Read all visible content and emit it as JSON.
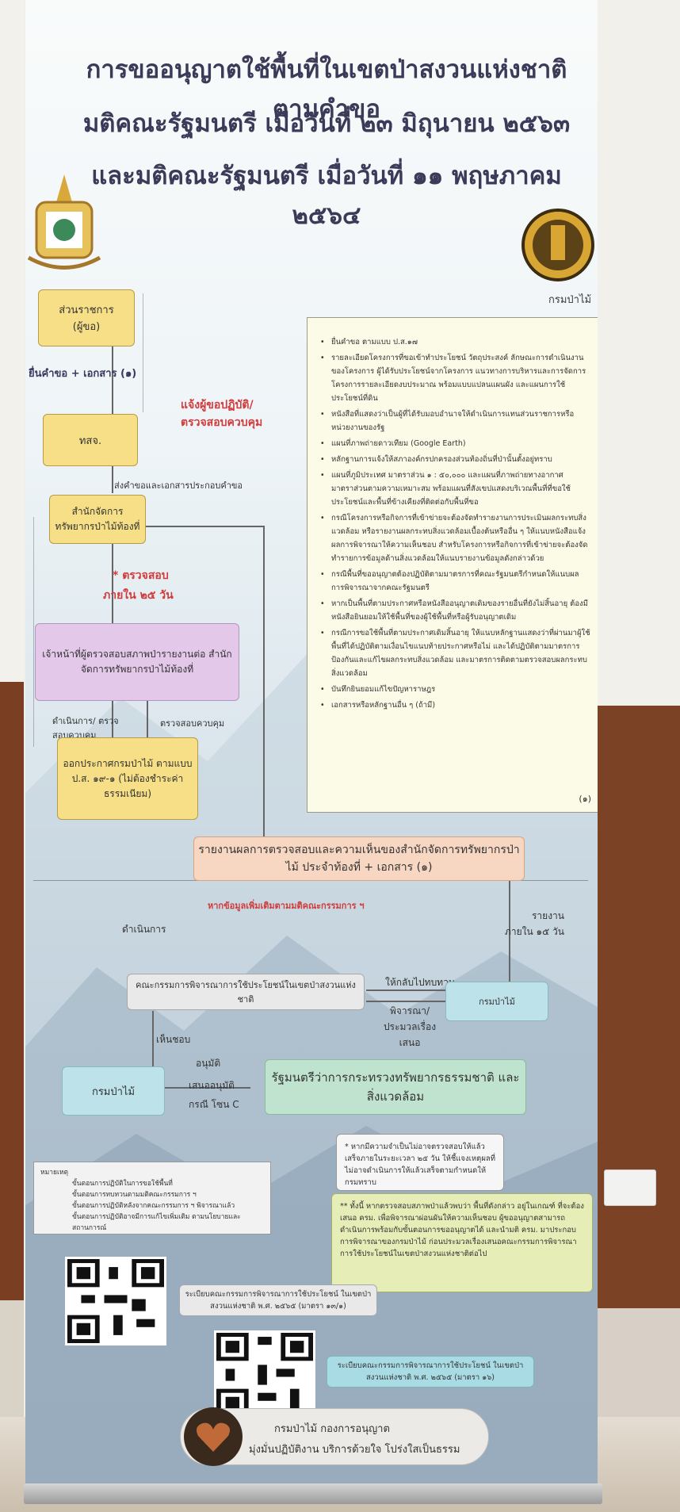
{
  "title": {
    "line1": "การขออนุญาตใช้พื้นที่ในเขตป่าสงวนแห่งชาติตามคำขอ",
    "line2": "มติคณะรัฐมนตรี เมื่อวันที่ ๒๓ มิถุนายน ๒๕๖๓",
    "line3": "และมติคณะรัฐมนตรี เมื่อวันที่ ๑๑ พฤษภาคม ๒๕๖๔"
  },
  "logo_right_caption": "กรมป่าไม้",
  "flow": {
    "agency": "ส่วนราชการ\n(ผู้ขอ)",
    "submit": "ยื่นคำขอ + เอกสาร (๑)",
    "notify": "แจ้งผู้ขอปฏิบัติ/ ตรวจสอบควบคุม",
    "district": "ทสจ.",
    "forward": "ส่งคำขอและเอกสารประกอบคำขอ",
    "office": "สำนักจัดการ ทรัพยากรป่าไม้ท้องที่",
    "inspect_1": "* ตรวจสอบ",
    "inspect_2": "ภายใน ๒๕ วัน",
    "officer": "เจ้าหน้าที่ผู้ตรวจสอบสภาพป่ารายงานต่อ สำนักจัดการทรัพยากรป่าไม้ท้องที่",
    "operate_control": "ดำเนินการ/ ตรวจสอบควบคุม",
    "control": "ตรวจสอบควบคุม",
    "announce": "ออกประกาศกรมป่าไม้ ตามแบบ ป.ส. ๑๙-๑ (ไม่ต้องชำระค่าธรรมเนียม)",
    "report": "รายงานผลการตรวจสอบและความเห็นของสำนักจัดการทรัพยากรป่าไม้ ประจำท้องที่ + เอกสาร (๑)",
    "additional": "หากข้อมูลเพิ่มเติมตามมติคณะกรรมการ ฯ",
    "operate": "ดำเนินการ",
    "report_15": "รายงาน ภายใน ๑๕ วัน",
    "committee": "คณะกรรมการพิจารณาการใช้ประโยชน์ในเขตป่าสงวนแห่งชาติ",
    "send_back": "ให้กลับไปทบทวน",
    "consider": "พิจารณา/ ประมวลเรื่องเสนอ",
    "rfd_right": "กรมป่าไม้",
    "agree": "เห็นชอบ",
    "rfd_left": "กรมป่าไม้",
    "approve": "อนุมัติ",
    "propose": "เสนออนุมัติ",
    "zone_c": "กรณี โซน C",
    "minister": "รัฐมนตรีว่าการกระทรวงทรัพยากรธรรมชาติ และสิ่งแวดล้อม"
  },
  "requirements": [
    "ยื่นคำขอ ตามแบบ ป.ส.๑๗",
    "รายละเอียดโครงการที่ขอเข้าทำประโยชน์ วัตถุประสงค์ ลักษณะการดำเนินงานของโครงการ ผู้ได้รับประโยชน์จากโครงการ แนวทางการบริหารและการจัดการโครงการรายละเอียดงบประมาณ พร้อมแบบแปลนแผนผัง และแผนการใช้ประโยชน์ที่ดิน",
    "หนังสือที่แสดงว่าเป็นผู้ที่ได้รับมอบอำนาจให้ดำเนินการแทนส่วนราชการหรือหน่วยงานของรัฐ",
    "แผนที่ภาพถ่ายดาวเทียม (Google Earth)",
    "หลักฐานการแจ้งให้สภาองค์กรปกครองส่วนท้องถิ่นที่ป่านั้นตั้งอยู่ทราบ",
    "แผนที่ภูมิประเทศ มาตราส่วน ๑ : ๕๐,๐๐๐ และแผนที่ภาพถ่ายทางอากาศ มาตราส่วนตามความเหมาะสม พร้อมแผนที่สังเขปแสดงบริเวณพื้นที่ที่ขอใช้ประโยชน์และพื้นที่ข้างเคียงที่ติดต่อกับพื้นที่ขอ",
    "กรณีโครงการหรือกิจการที่เข้าข่ายจะต้องจัดทำรายงานการประเมินผลกระทบสิ่งแวดล้อม หรือรายงานผลกระทบสิ่งแวดล้อมเบื้องต้นหรืออื่น ๆ ให้แนบหนังสือแจ้งผลการพิจารณาให้ความเห็นชอบ สำหรับโครงการหรือกิจการที่เข้าข่ายจะต้องจัดทำรายการข้อมูลด้านสิ่งแวดล้อมให้แนบรายงานข้อมูลดังกล่าวด้วย",
    "กรณีพื้นที่ขออนุญาตต้องปฏิบัติตามมาตรการที่คณะรัฐมนตรีกำหนดให้แนบผลการพิจารณาจากคณะรัฐมนตรี",
    "หากเป็นพื้นที่ตามประกาศหรือหนังสืออนุญาตเดิมของรายอื่นที่ยังไม่สิ้นอายุ ต้องมีหนังสือยินยอมให้ใช้พื้นที่ของผู้ใช้พื้นที่หรือผู้รับอนุญาตเดิม",
    "กรณีการขอใช้พื้นที่ตามประกาศเดิมสิ้นอายุ ให้แนบหลักฐานแสดงว่าที่ผ่านมาผู้ใช้พื้นที่ได้ปฏิบัติตามเงื่อนไขแนบท้ายประกาศหรือไม่ และได้ปฏิบัติตามมาตรการป้องกันและแก้ไขผลกระทบสิ่งแวดล้อม และมาตรการติดตามตรวจสอบผลกระทบสิ่งแวดล้อม",
    "บันทึกยินยอมแก้ไขปัญหาราษฎร",
    "เอกสารหรือหลักฐานอื่น ๆ (ถ้ามี)"
  ],
  "requirements_mark": "(๑)",
  "legend": {
    "title": "หมายเหตุ",
    "items": [
      "ขั้นตอนการปฏิบัติในการขอใช้พื้นที่",
      "ขั้นตอนการทบทวนตามมติคณะกรรมการ ฯ",
      "ขั้นตอนการปฏิบัติหลังจากคณะกรรมการ ฯ พิจารณาแล้ว",
      "ขั้นตอนการปฏิบัติอาจมีการแก้ไขเพิ่มเติม ตามนโยบายและสถานการณ์"
    ]
  },
  "note1": "* หากมีความจำเป็นไม่อาจตรวจสอบให้แล้วเสร็จภายในระยะเวลา ๒๕ วัน ให้ชี้แจงเหตุผลที่ไม่อาจดำเนินการให้แล้วเสร็จตามกำหนดให้กรมทราบ",
  "note2": "** ทั้งนี้ หากตรวจสอบสภาพป่าแล้วพบว่า พื้นที่ดังกล่าว อยู่ในเกณฑ์ ที่จะต้องเสนอ ครม. เพื่อพิจารณาผ่อนผันให้ความเห็นชอบ ผู้ขออนุญาตสามารถดำเนินการพร้อมกับขั้นตอนการขออนุญาตได้ และนำมติ ครม. มาประกอบการพิจารณาของกรมป่าไม้ ก่อนประมวลเรื่องเสนอคณะกรรมการพิจารณาการใช้ประโยชน์ในเขตป่าสงวนแห่งชาติต่อไป",
  "qr1_caption": "ระเบียบคณะกรรมการพิจารณาการใช้ประโยชน์ ในเขตป่าสงวนแห่งชาติ พ.ศ. ๒๕๖๕ (มาตรา ๑๓/๑)",
  "qr2_caption": "ระเบียบคณะกรรมการพิจารณาการใช้ประโยชน์ ในเขตป่าสงวนแห่งชาติ พ.ศ. ๒๕๖๕ (มาตรา ๑๖)",
  "footer": {
    "line1": "กรมป่าไม้ กองการอนุญาต",
    "line2": "มุ่งมั่นปฏิบัติงาน บริการด้วยใจ โปร่งใสเป็นธรรม"
  }
}
